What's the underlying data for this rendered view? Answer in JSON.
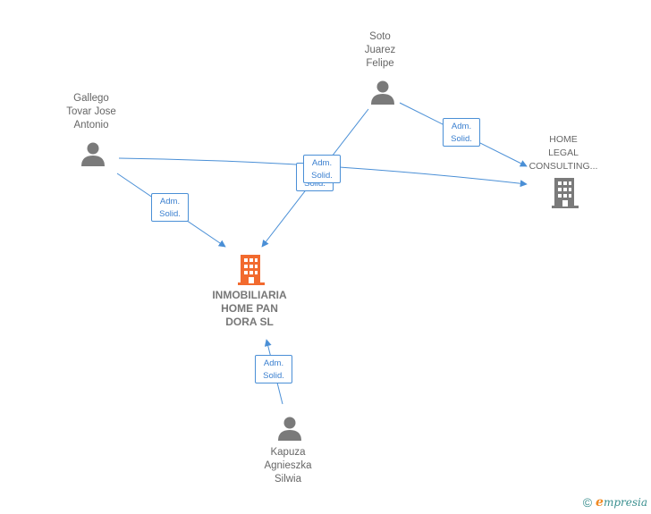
{
  "colors": {
    "edge": "#4a8fd6",
    "person_icon": "#7a7a7a",
    "company_main": "#f26a2e",
    "company_other": "#7a7a7a",
    "brand": "#3a8f8f",
    "brand_accent": "#f08a24"
  },
  "nodes": {
    "main_company": {
      "name": "INMOBILIARIA\nHOME PAN\nDORA  SL",
      "icon": "building-icon"
    },
    "home_legal": {
      "name": "HOME\nLEGAL\nCONSULTING...",
      "icon": "building-icon"
    },
    "soto": {
      "name": "Soto\nJuarez\nFelipe",
      "icon": "person-icon"
    },
    "gallego": {
      "name": "Gallego\nTovar Jose\nAntonio",
      "icon": "person-icon"
    },
    "kapuza": {
      "name": "Kapuza\nAgnieszka\nSilwia",
      "icon": "person-icon"
    }
  },
  "edges": [
    {
      "from": "gallego",
      "to": "main_company",
      "role": [
        "Adm.",
        "Solid."
      ]
    },
    {
      "from": "gallego",
      "to": "home_legal",
      "role": [
        "Adm.",
        "Solid."
      ]
    },
    {
      "from": "soto",
      "to": "main_company",
      "role": [
        "Adm.",
        "Solid."
      ]
    },
    {
      "from": "soto",
      "to": "home_legal",
      "role": [
        "Adm.",
        "Solid."
      ]
    },
    {
      "from": "kapuza",
      "to": "main_company",
      "role": [
        "Adm.",
        "Solid."
      ]
    }
  ],
  "footer": {
    "copyright": "©",
    "brand_initial": "e",
    "brand_rest": "mpresia"
  }
}
